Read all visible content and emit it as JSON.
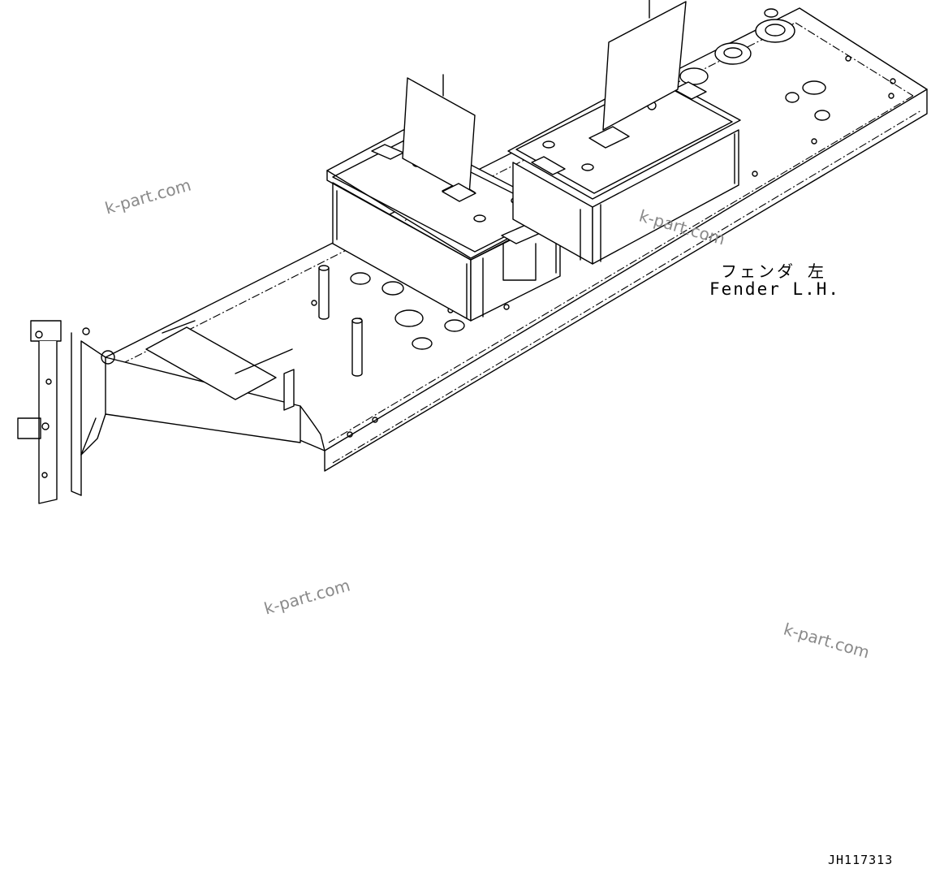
{
  "callout": {
    "japanese": "フェンダ 左",
    "english": "Fender L.H."
  },
  "drawing_number": "JH117313",
  "watermarks": [
    "k-part.com",
    "k-part.com",
    "k-part.com",
    "k-part.com"
  ]
}
